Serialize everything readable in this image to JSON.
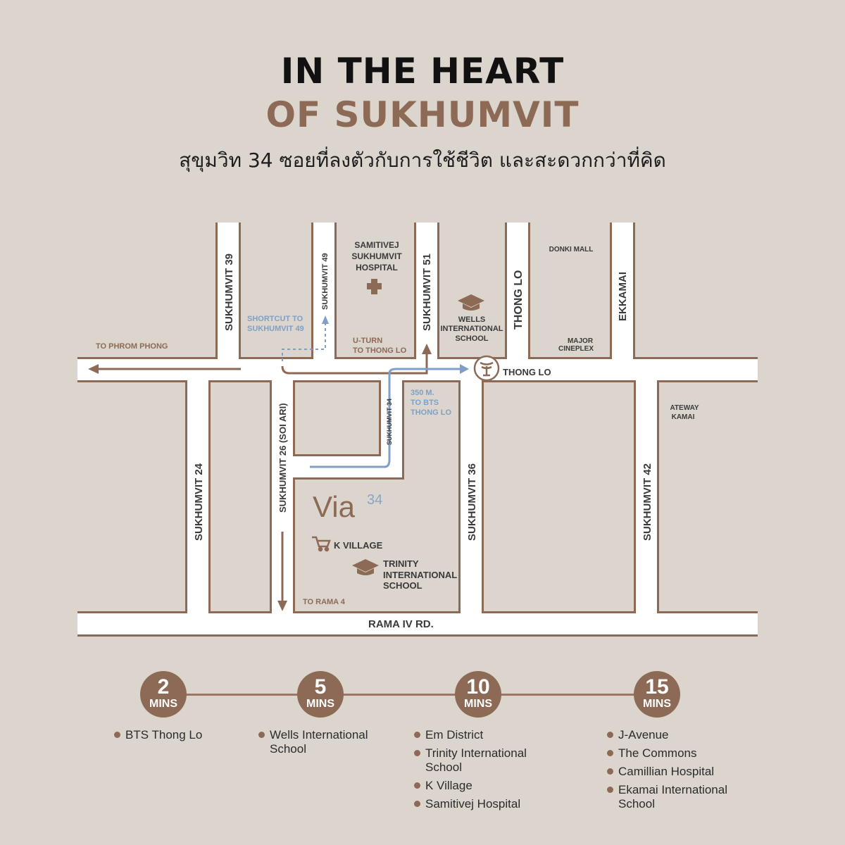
{
  "header": {
    "title_line1": "IN THE HEART",
    "title_line2": "OF SUKHUMVIT",
    "subtitle": "สุขุมวิท 34 ซอยที่ลงตัวกับการใช้ชีวิต และสะดวกกว่าที่คิด"
  },
  "map": {
    "roads": {
      "sukhumvit_39": "SUKHUMVIT 39",
      "sukhumvit_49": "SUKHUMVIT 49",
      "sukhumvit_51": "SUKHUMVIT 51",
      "thong_lo_vertical": "THONG LO",
      "ekkamai": "EKKAMAI",
      "sukhumvit_24": "SUKHUMVIT 24",
      "sukhumvit_26": "SUKHUMVIT 26 (SOI ARI)",
      "sukhumvit_34": "SUKHUMVIT 34",
      "sukhumvit_36": "SUKHUMVIT 36",
      "sukhumvit_42": "SUKHUMVIT 42",
      "rama_iv": "RAMA IV RD."
    },
    "places": {
      "samitivej": [
        "SAMITIVEJ",
        "SUKHUMVIT",
        "HOSPITAL"
      ],
      "wells": [
        "WELLS",
        "INTERNATIONAL",
        "SCHOOL"
      ],
      "donki": "DONKI MALL",
      "major": [
        "MAJOR",
        "CINEPLEX"
      ],
      "gateway": [
        "ATEWAY",
        "KAMAI"
      ],
      "k_village": "K VILLAGE",
      "trinity": [
        "TRINITY",
        "INTERNATIONAL",
        "SCHOOL"
      ],
      "thong_lo_bts": "THONG LO",
      "via_brand": "Via",
      "via_number": "34"
    },
    "notes": {
      "to_phrom_phong": "TO PHROM PHONG",
      "shortcut": [
        "SHORTCUT TO",
        "SUKHUMVIT 49"
      ],
      "uturn": [
        "U-TURN",
        "TO THONG LO"
      ],
      "bts_distance": [
        "350 M.",
        "TO BTS",
        "THONG LO"
      ],
      "to_rama4": "TO RAMA 4"
    },
    "colors": {
      "road_border": "#8c6a55",
      "road_fill": "#ffffff",
      "background": "#dcd5cd",
      "route_blue": "#7f9fc9"
    },
    "icons": [
      "hospital-cross-icon",
      "graduation-cap-icon",
      "bts-station-icon",
      "shopping-cart-icon"
    ]
  },
  "timeline": [
    {
      "minutes": "2",
      "unit": "MINS",
      "places": [
        "BTS Thong Lo"
      ]
    },
    {
      "minutes": "5",
      "unit": "MINS",
      "places": [
        "Wells International School"
      ]
    },
    {
      "minutes": "10",
      "unit": "MINS",
      "places": [
        "Em District",
        "Trinity International School",
        "K Village",
        "Samitivej Hospital"
      ]
    },
    {
      "minutes": "15",
      "unit": "MINS",
      "places": [
        "J-Avenue",
        "The Commons",
        "Camillian Hospital",
        "Ekamai International School"
      ]
    }
  ]
}
